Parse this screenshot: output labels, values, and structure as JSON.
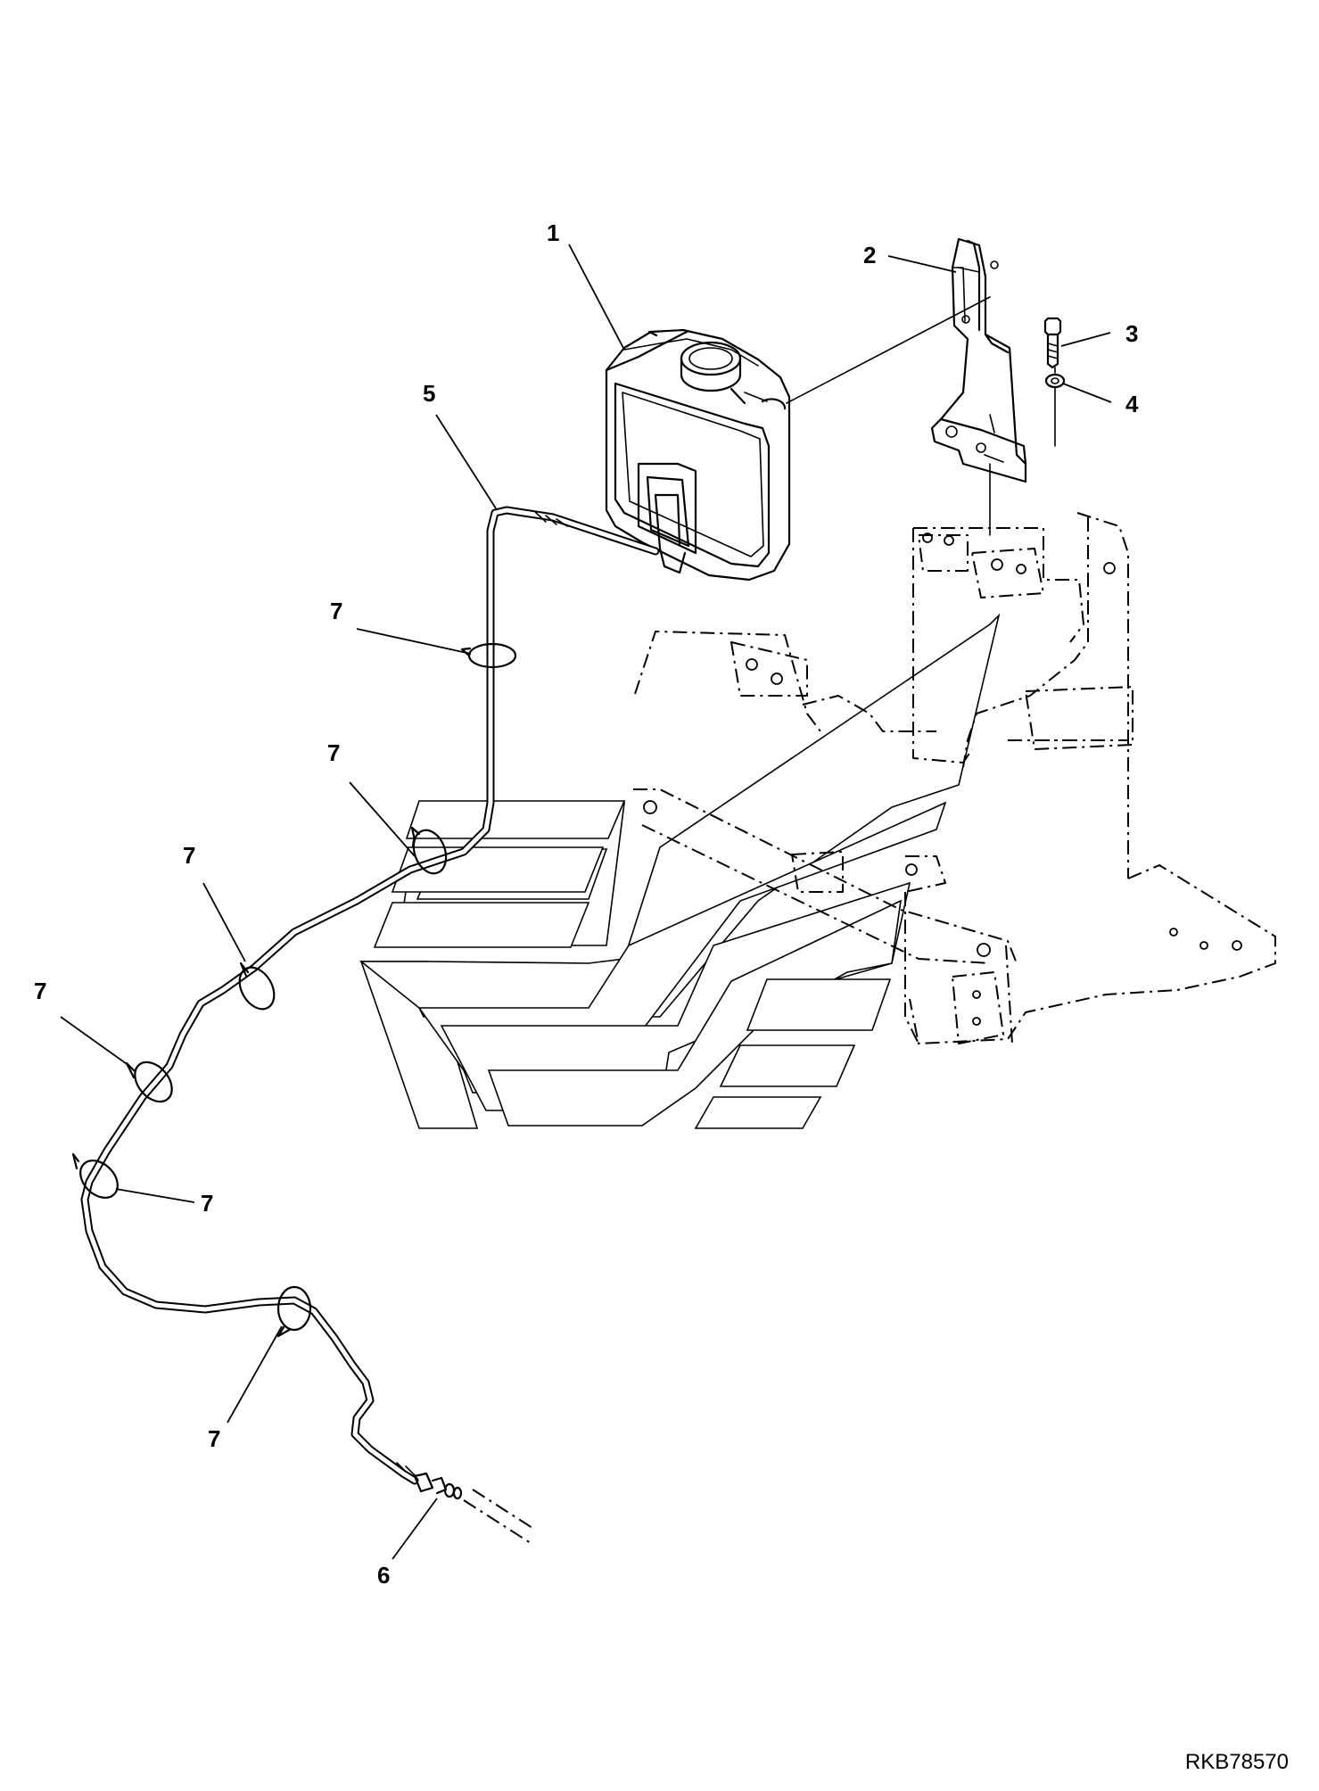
{
  "diagram": {
    "reference_code": "RKB78570",
    "callouts": {
      "tank": "1",
      "bracket": "2",
      "bolt": "3",
      "washer": "4",
      "hose_upper": "5",
      "connector": "6",
      "clamp_a": "7",
      "clamp_b": "7",
      "clamp_c": "7",
      "clamp_d": "7",
      "clamp_e": "7",
      "clamp_f": "7"
    },
    "line_color": "#000000",
    "background_color": "#ffffff"
  }
}
